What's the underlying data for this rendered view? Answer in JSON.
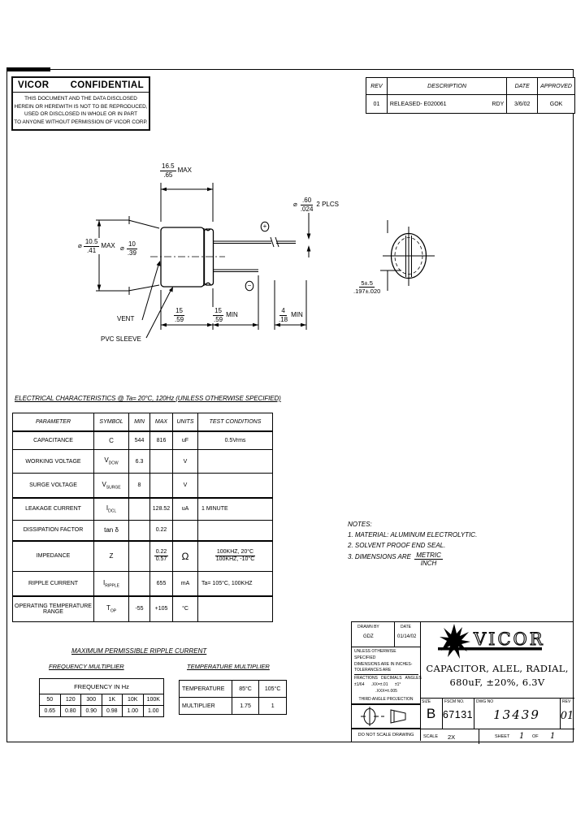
{
  "confidential": {
    "brand": "VICOR",
    "word": "CONFIDENTIAL",
    "lines": [
      "THIS DOCUMENT AND THE DATA DISCLOSED",
      "HEREIN OR HEREWITH IS NOT TO BE REPRODUCED,",
      "USED OR DISCLOSED IN WHOLE OR IN PART",
      "TO ANYONE WITHOUT PERMISSION OF VICOR CORP."
    ]
  },
  "rev_table": {
    "headers": [
      "REV",
      "DESCRIPTION",
      "DATE",
      "APPROVED"
    ],
    "row": {
      "rev": "01",
      "description": "RELEASED- E020061",
      "tag": "RDY",
      "date": "3/6/02",
      "approved": "GOK"
    }
  },
  "drawing": {
    "dims": {
      "top": {
        "mm": "16.5",
        "in": ".65",
        "suffix": "MAX"
      },
      "lead_dia": {
        "prefix": "⌀",
        "mm": ".60",
        "in": ".024",
        "suffix": "2 PLCS"
      },
      "body_dia": {
        "prefix": "⌀",
        "mm": "10.5",
        "in": ".41",
        "suffix": "MAX"
      },
      "can_dia": {
        "prefix": "⌀",
        "mm": "10",
        "in": ".39"
      },
      "body_len": {
        "mm": "15",
        "in": ".59"
      },
      "lead_len": {
        "mm": "15",
        "in": ".59",
        "suffix": "MIN"
      },
      "lead_tip": {
        "mm": "4",
        "in": ".18",
        "suffix": "MIN"
      },
      "lead_space": {
        "mm": "5±.5",
        "in": ".197±.020"
      }
    },
    "labels": {
      "vent": "VENT",
      "pvc": "PVC SLEEVE",
      "plus": "+",
      "minus": "−"
    }
  },
  "elec": {
    "title": "ELECTRICAL CHARACTERISTICS @ Ta= 20°C, 120Hz (UNLESS OTHERWISE SPECIFIED)",
    "headers": [
      "PARAMETER",
      "SYMBOL",
      "MIN",
      "MAX",
      "UNITS",
      "TEST CONDITIONS"
    ],
    "rows": [
      {
        "p": "CAPACITANCE",
        "s": "C",
        "sub": "",
        "min": "544",
        "max": "816",
        "u": "uF",
        "t": "0.5Vrms"
      },
      {
        "p": "WORKING VOLTAGE",
        "s": "V",
        "sub": "DCW",
        "min": "6.3",
        "max": "",
        "u": "V",
        "t": ""
      },
      {
        "p": "SURGE VOLTAGE",
        "s": "V",
        "sub": "SURGE",
        "min": "8",
        "max": "",
        "u": "V",
        "t": ""
      },
      {
        "p": "LEAKAGE CURRENT",
        "s": "I",
        "sub": "DCL",
        "min": "",
        "max": "128.52",
        "u": "uA",
        "t": "1 MINUTE"
      },
      {
        "p": "DISSIPATION FACTOR",
        "s": "tan δ",
        "sub": "",
        "min": "",
        "max": "0.22",
        "u": "",
        "t": ""
      },
      {
        "p": "IMPEDANCE",
        "s": "Z",
        "sub": "",
        "min": "",
        "max_top": "0.22",
        "max_bot": "0.57",
        "u": "Ω",
        "t_top": "100KHZ, 20°C",
        "t_bot": "100KHZ, -10°C"
      },
      {
        "p": "RIPPLE CURRENT",
        "s": "I",
        "sub": "RIPPLE",
        "min": "",
        "max": "655",
        "u": "mA",
        "t": "Ta= 105°C, 100KHZ"
      },
      {
        "p": "OPERATING TEMPERATURE RANGE",
        "s": "T",
        "sub": "OP",
        "min": "-55",
        "max": "+105",
        "u": "°C",
        "t": ""
      }
    ]
  },
  "notes": {
    "title": "NOTES:",
    "n1": "1. MATERIAL: ALUMINUM ELECTROLYTIC.",
    "n2": "2. SOLVENT PROOF END SEAL.",
    "n3": "3. DIMENSIONS ARE",
    "metric": "METRIC",
    "inch": "INCH"
  },
  "ripple": {
    "title": "MAXIMUM PERMISSIBLE RIPPLE CURRENT",
    "freq": {
      "title": "FREQUENCY MULTIPLIER",
      "header": "FREQUENCY IN Hz",
      "f": [
        "50",
        "120",
        "300",
        "1K",
        "10K",
        "100K"
      ],
      "m": [
        "0.65",
        "0.80",
        "0.90",
        "0.98",
        "1.00",
        "1.00"
      ]
    },
    "temp": {
      "title": "TEMPERATURE MULTIPLIER",
      "label1": "TEMPERATURE",
      "v85": "85°C",
      "v105": "105°C",
      "label2": "MULTIPLIER",
      "m85": "1.75",
      "m105": "1"
    }
  },
  "title_block": {
    "drawn_by_label": "DRAWN BY",
    "date_label": "DATE",
    "drawn_by": "GDZ",
    "date": "01/14/02",
    "tol1": "UNLESS OTHERWISE SPECIFIED",
    "tol2": "DIMENSIONS ARE IN INCHES-",
    "tol3": "TOLERANCES ARE",
    "tol4": "FRACTIONS   DECIMALS   ANGLES",
    "tol5": "±1/64      .XX=±.01      ±1°",
    "tol6": ".XXX=±.005",
    "projection": "THIRD ANGLE PROJECTION",
    "no_scale": "DO NOT SCALE DRAWING",
    "logo": "VICOR",
    "title1": "CAPACITOR, ALEL, RADIAL,",
    "title2": "680uF, ±20%, 6.3V",
    "size_label": "SIZE",
    "size": "B",
    "fscm_label": "FSCM NO.",
    "fscm": "67131",
    "dwg_label": "DWG NO",
    "dwg": "13439",
    "rev_label": "REV",
    "rev": "01",
    "scale_label": "SCALE",
    "scale": "2X",
    "sheet_label": "SHEET",
    "sheet_no": "1",
    "of_label": "OF",
    "sheet_total": "1"
  }
}
